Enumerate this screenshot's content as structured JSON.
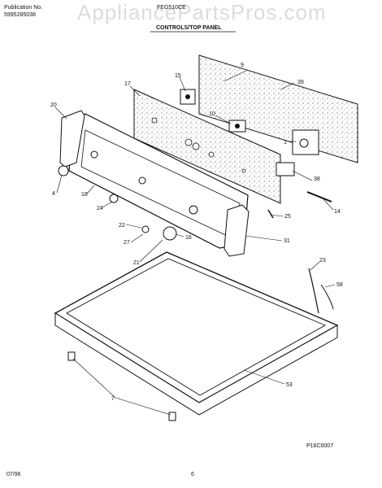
{
  "header": {
    "publication_label": "Publication No.",
    "publication_number": "5995285038",
    "model": "FEG510CE",
    "section_title": "CONTROLS/TOP PANEL"
  },
  "watermark": "AppliancePartsPros.com",
  "callouts": [
    "9",
    "39",
    "15",
    "17",
    "10",
    "20",
    "1",
    "38",
    "14",
    "25",
    "4",
    "18",
    "24",
    "22",
    "27",
    "16",
    "31",
    "21",
    "23",
    "58",
    "53",
    "7"
  ],
  "footer": {
    "drawing_code": "P16C0007",
    "date": "07/96",
    "page_number": "6"
  }
}
